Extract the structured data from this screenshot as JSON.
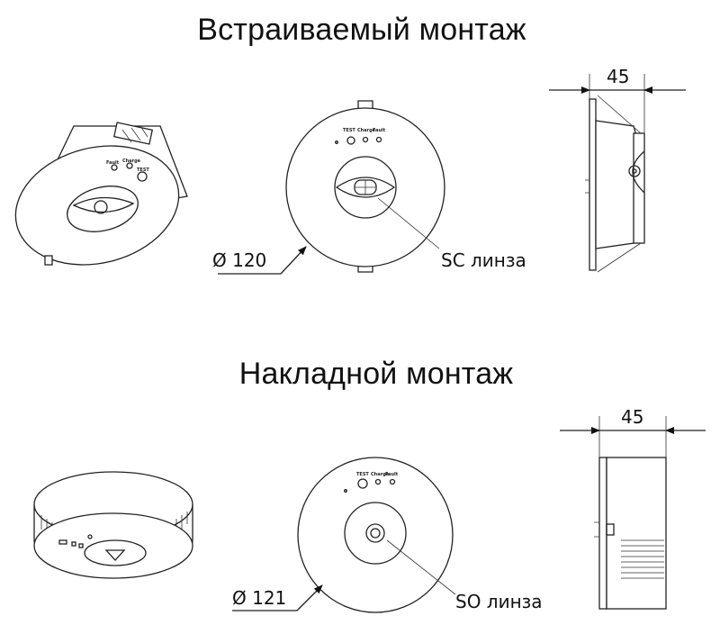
{
  "titles": {
    "recessed": "Встраиваемый монтаж",
    "surface": "Накладной монтаж"
  },
  "labels": {
    "diam_recessed": "Ø 120",
    "diam_surface": "Ø 121",
    "lens_recessed": "SC линза",
    "lens_surface": "SO линза",
    "depth_recessed": "45",
    "depth_surface": "45"
  },
  "panel": {
    "test": "TEST",
    "charge": "Charge",
    "fault": "Fault"
  }
}
